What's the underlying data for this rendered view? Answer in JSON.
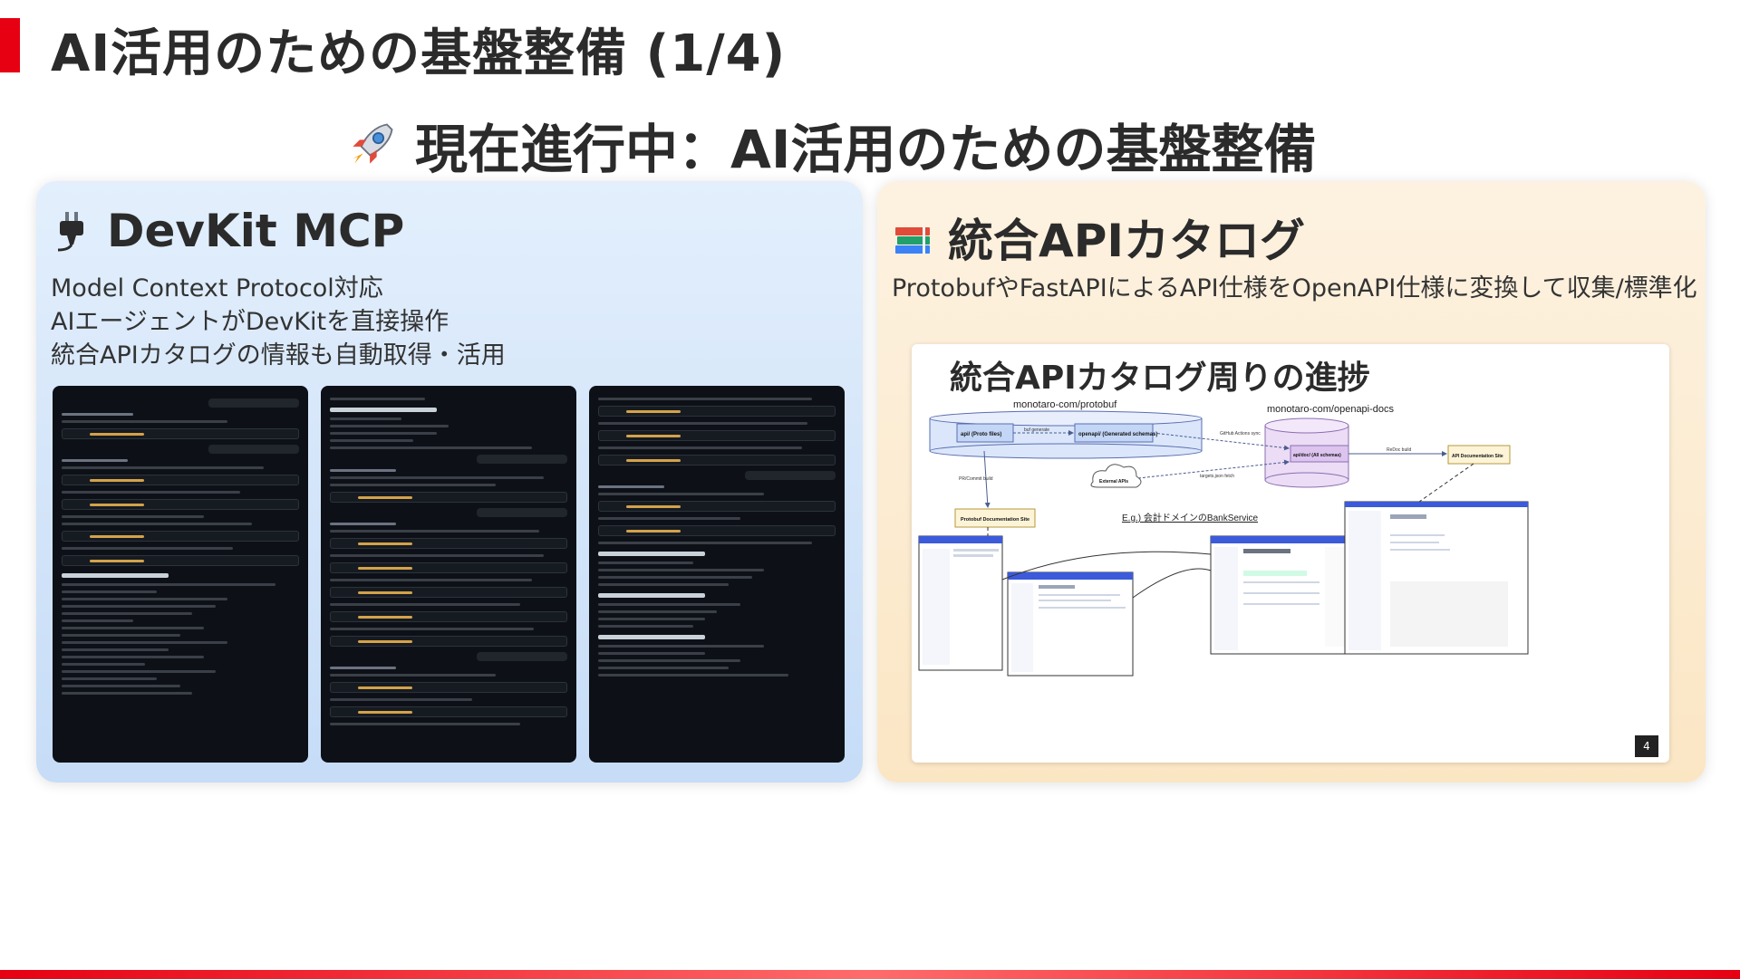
{
  "slide": {
    "title": "AI活用のための基盤整備 (1/4)",
    "subtitle": "現在進行中：AI活用のための基盤整備",
    "accent_color": "#e60012"
  },
  "left_panel": {
    "heading": "DevKit MCP",
    "icon": "plug-icon",
    "lines": [
      "Model Context Protocol対応",
      "AIエージェントがDevKitを直接操作",
      "統合APIカタログの情報も自動取得・活用"
    ],
    "background_color": "#c6dcf7"
  },
  "right_panel": {
    "heading": "統合APIカタログ",
    "icon": "books-icon",
    "description": "ProtobufやFastAPIによるAPI仕様をOpenAPI仕様に変換して収集/標準化",
    "background_color": "#fbe6c4",
    "progress": {
      "title": "統合APIカタログ周りの進捗",
      "repo_protobuf": "monotaro-com/protobuf",
      "repo_openapi_docs": "monotaro-com/openapi-docs",
      "node_proto_files": "api/ (Proto files)",
      "node_openapi_generated": "openapi/ (Generated schemas)",
      "edge_buf_generate": "buf generate",
      "edge_github_actions_sync": "GitHub Actions sync",
      "node_all_schemas": "api/doc/ (All schemas)",
      "edge_redoc_build": "ReDoc build",
      "node_api_doc_site": "API Documentation Site",
      "node_external_apis": "External APIs",
      "edge_targets_json_fetch": "targets.json fetch",
      "edge_pr_commit_build": "PR/Commit build",
      "node_protobuf_doc_site": "Protobuf Documentation Site",
      "example_label": "E.g.) 会計ドメインのBankService",
      "page_number": "4"
    }
  }
}
